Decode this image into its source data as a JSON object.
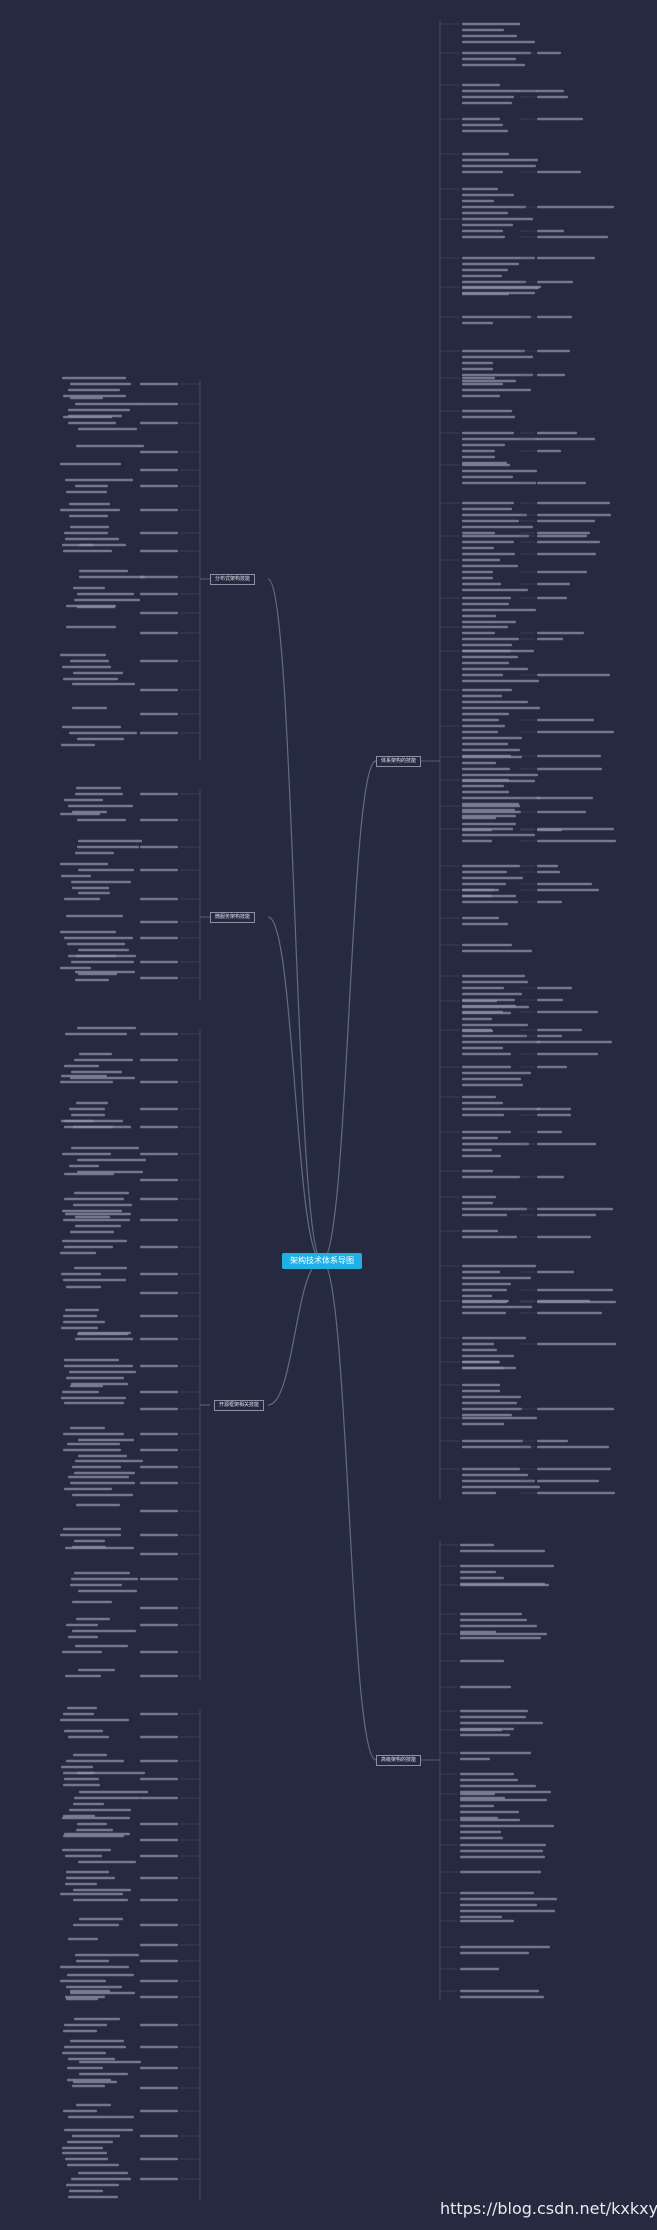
{
  "center": {
    "label": "架构技术体系导图"
  },
  "branches": {
    "top_right": "体系架构的技能",
    "bottom_right": "高级架构的技能",
    "upper_left": "分布式架构技能",
    "mid_left": "微服务架构技能",
    "lower_left": "开源框架相关技能"
  },
  "watermark": "https://blog.csdn.net/kxkxyzyz"
}
